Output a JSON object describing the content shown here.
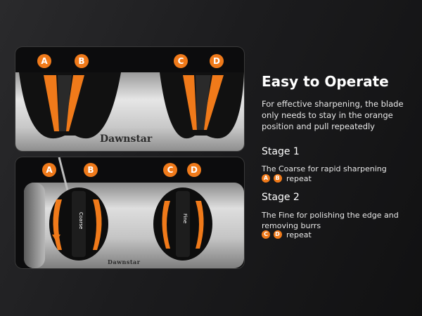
{
  "panel1": {
    "badges": [
      "A",
      "B",
      "C",
      "D"
    ],
    "brand": "Dawnstar"
  },
  "panel2": {
    "badges": [
      "A",
      "B",
      "C",
      "D"
    ],
    "brand": "Dawnstar",
    "coarse_label": "Coarse",
    "fine_label": "Fine"
  },
  "info": {
    "heading": "Easy to Operate",
    "description": "For effective sharpening, the blade only needs to stay in the orange position and pull repeatedly",
    "stage1": {
      "title": "Stage 1",
      "description": "The Coarse for rapid sharpening",
      "badges": [
        "A",
        "B"
      ],
      "repeat": "repeat"
    },
    "stage2": {
      "title": "Stage 2",
      "description": "The Fine for polishing the edge and removing burrs",
      "badges": [
        "C",
        "D"
      ],
      "repeat": "repeat"
    }
  },
  "colors": {
    "accent": "#f07a1a",
    "background": "#1e1e20",
    "text": "#ffffff"
  }
}
